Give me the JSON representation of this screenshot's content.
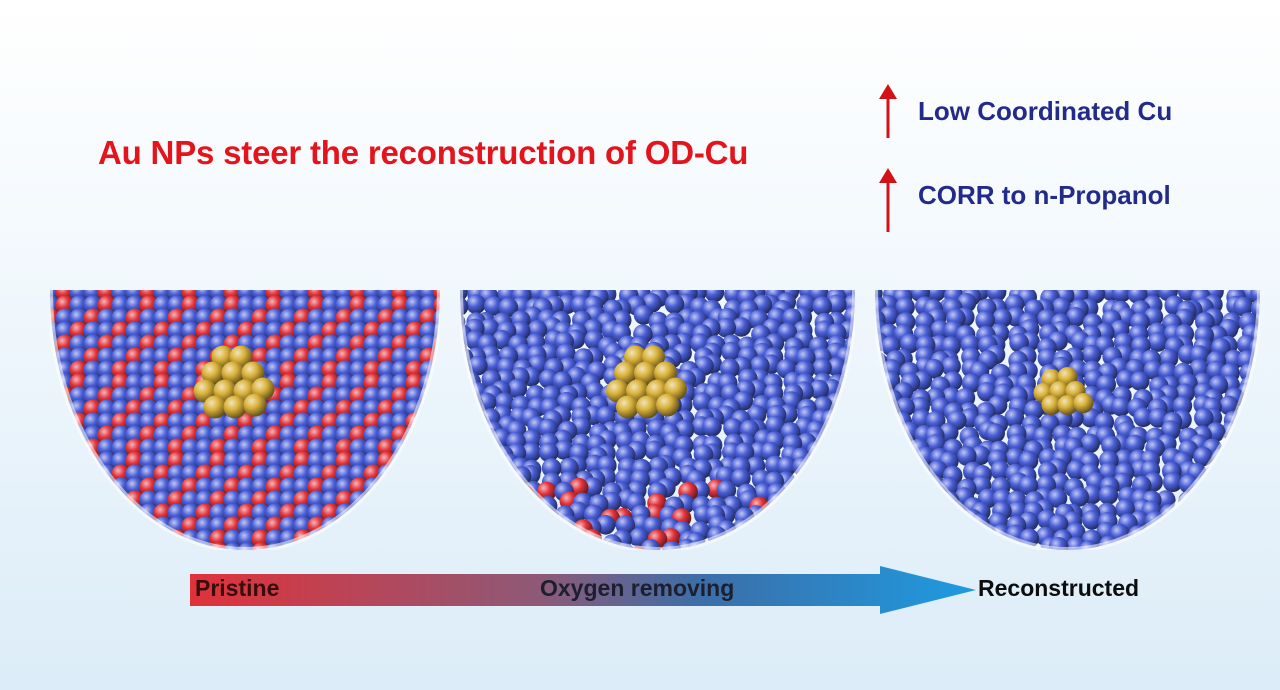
{
  "title": "Au NPs steer the reconstruction of OD-Cu",
  "benefits": [
    {
      "icon": "up-arrow-icon",
      "label": "Low Coordinated Cu"
    },
    {
      "icon": "up-arrow-icon",
      "label": "CORR to n-Propanol"
    }
  ],
  "stages": [
    {
      "label": "Pristine"
    },
    {
      "label": "Oxygen removing"
    },
    {
      "label": "Reconstructed"
    }
  ],
  "colors": {
    "title": "#e3141b",
    "benefit_text": "#232b8a",
    "arrow": "#d31217",
    "cu_atom": "#4a5fd8",
    "o_atom": "#e2333a",
    "au_atom": "#d9b23a",
    "process_arrow_start": "#e0323a",
    "process_arrow_end": "#1e9be0"
  }
}
